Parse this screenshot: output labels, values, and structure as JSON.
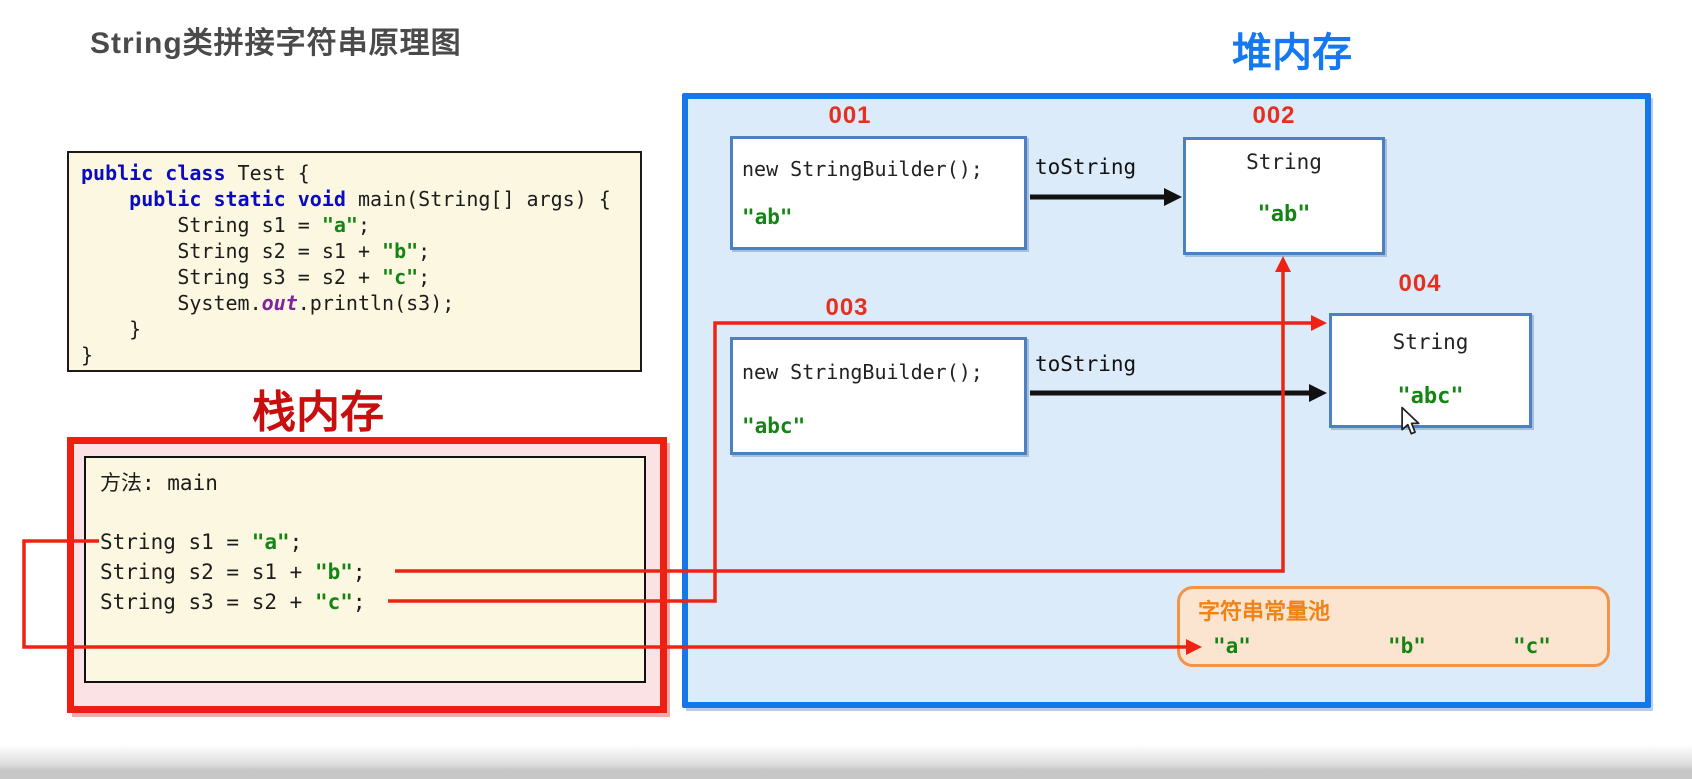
{
  "title": "String类拼接字符串原理图",
  "code": {
    "lines": [
      [
        [
          "kw",
          "public class"
        ],
        [
          "pl",
          " Test {"
        ]
      ],
      [
        [
          "pl",
          "    "
        ],
        [
          "kw",
          "public static void"
        ],
        [
          "pl",
          " main(String[] args) {"
        ]
      ],
      [
        [
          "pl",
          "        String s1 = "
        ],
        [
          "str",
          "\"a\""
        ],
        [
          "pl",
          ";"
        ]
      ],
      [
        [
          "pl",
          "        String s2 = s1 + "
        ],
        [
          "str",
          "\"b\""
        ],
        [
          "pl",
          ";"
        ]
      ],
      [
        [
          "pl",
          "        String s3 = s2 + "
        ],
        [
          "str",
          "\"c\""
        ],
        [
          "pl",
          ";"
        ]
      ],
      [
        [
          "pl",
          "        System."
        ],
        [
          "fld",
          "out"
        ],
        [
          "pl",
          ".println(s3);"
        ]
      ],
      [
        [
          "pl",
          "    }"
        ]
      ],
      [
        [
          "pl",
          "}"
        ]
      ]
    ]
  },
  "stack": {
    "label": "栈内存",
    "method_label": "方法: main",
    "lines": [
      [
        [
          "pl",
          "String s1 = "
        ],
        [
          "str",
          "\"a\""
        ],
        [
          "pl",
          ";"
        ]
      ],
      [
        [
          "pl",
          "String s2 = s1 + "
        ],
        [
          "str",
          "\"b\""
        ],
        [
          "pl",
          ";"
        ]
      ],
      [
        [
          "pl",
          "String s3 = s2 + "
        ],
        [
          "str",
          "\"c\""
        ],
        [
          "pl",
          ";"
        ]
      ]
    ]
  },
  "heap": {
    "label": "堆内存",
    "tostring_top": "toString",
    "tostring_bottom": "toString",
    "objects": [
      {
        "id": "001",
        "line1": "new StringBuilder();",
        "value": "\"ab\""
      },
      {
        "id": "002",
        "type": "String",
        "value": "\"ab\""
      },
      {
        "id": "003",
        "line1": "new StringBuilder();",
        "value": "\"abc\""
      },
      {
        "id": "004",
        "type": "String",
        "value": "\"abc\""
      }
    ],
    "pool": {
      "label": "字符串常量池",
      "values": [
        "\"a\"",
        "\"b\"",
        "\"c\""
      ]
    }
  },
  "colors": {
    "heap_border": "#1478e8",
    "heap_fill": "#dcebf9",
    "heap_title": "#1478f0",
    "stack_border": "#ee1f10",
    "stack_fill": "#fbe2e4",
    "stack_title": "#c90e0e",
    "pool_border": "#f29346",
    "pool_fill": "#fce5d0",
    "pool_title": "#ef8318",
    "object_border": "#4d80c0",
    "address_red": "#e53020",
    "string_green": "#148514",
    "keyword_blue": "#0a0ac2",
    "field_purple": "#8222a0",
    "arrow_red": "#ed2413",
    "arrow_black": "#111111"
  }
}
